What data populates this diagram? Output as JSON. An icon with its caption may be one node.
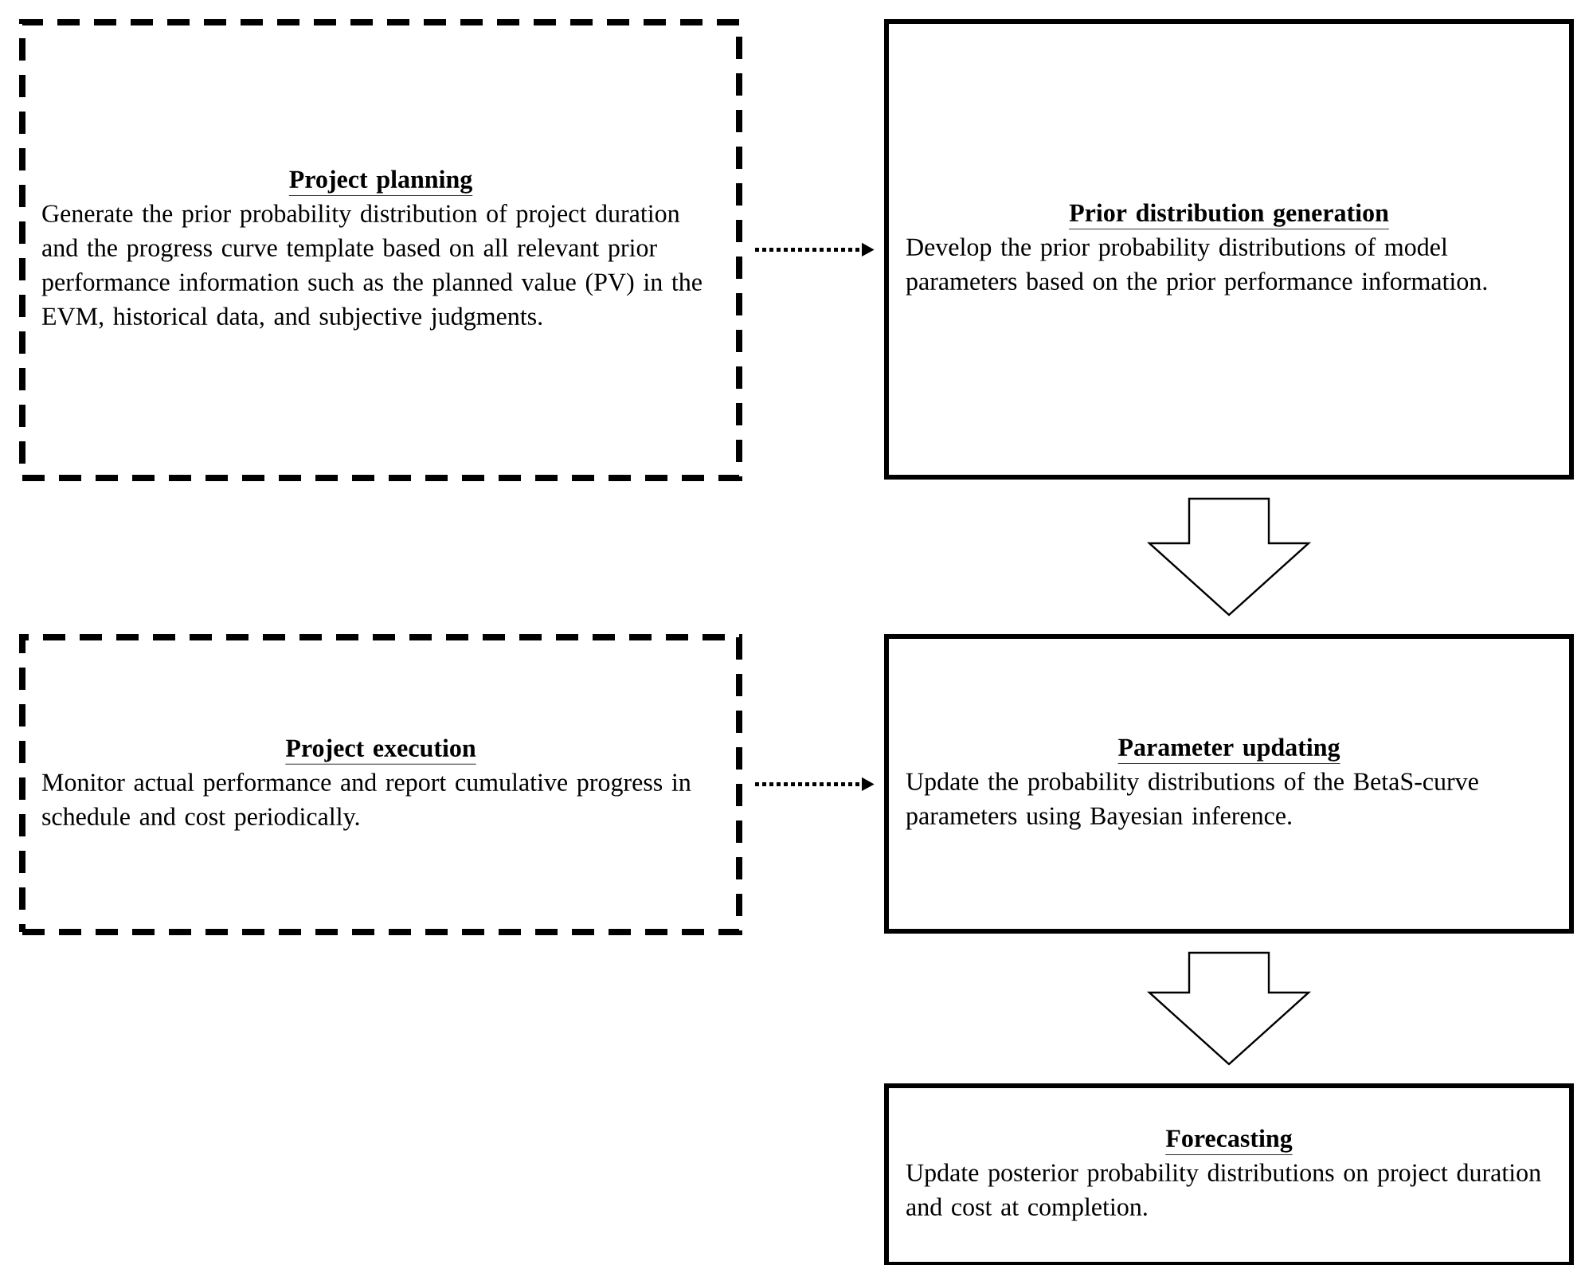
{
  "diagram": {
    "nodes": [
      {
        "text": [
          "Project planning",
          "Generate the prior probability distribution of project duration and the progress curve template based on all relevant prior performance information such as the planned value (PV) in the EVM, historical data, and subjective judgments."
        ]
      },
      {
        "text": [
          "Prior distribution generation",
          "Develop the prior probability distributions of model parameters based on the prior performance information."
        ]
      },
      {
        "text": [
          "Project execution",
          "Monitor actual performance and report cumulative progress in schedule and cost periodically."
        ]
      },
      {
        "text": [
          "Parameter updating",
          "Update the probability distributions of the BetaS-curve parameters using Bayesian inference."
        ]
      },
      {
        "text": [
          "Forecasting",
          "Update posterior probability distributions on project duration and cost at completion."
        ]
      }
    ],
    "edges": [
      {
        "from": 0,
        "to": 1,
        "arrow": "to",
        "style": "dashed"
      },
      {
        "from": 1,
        "to": 3,
        "arrow": "to",
        "style": "thick"
      },
      {
        "from": 2,
        "to": 3,
        "arrow": "to",
        "style": "dashed"
      },
      {
        "from": 3,
        "to": 4,
        "arrow": "to",
        "style": "thick"
      }
    ]
  }
}
